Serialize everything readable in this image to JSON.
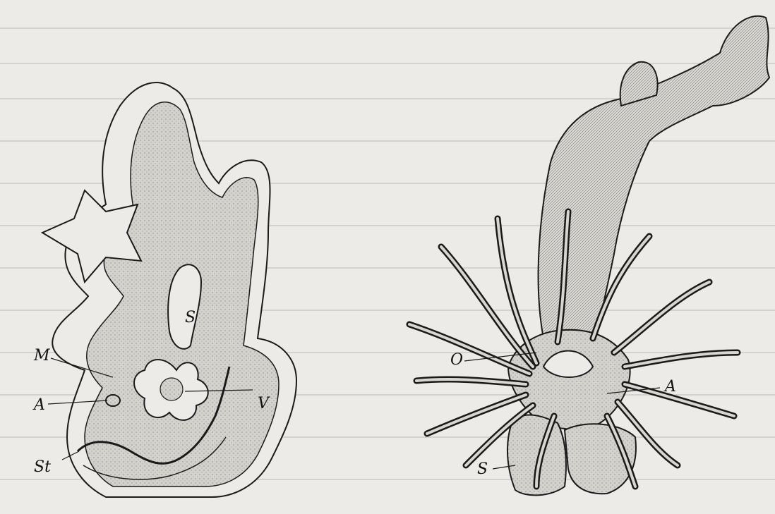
{
  "image": {
    "description_kind": "scientific-illustration",
    "colors": {
      "paper": "#ecebe8",
      "ink": "#1a1a1a",
      "stipple": "#b9b7b1"
    }
  },
  "left_figure": {
    "labels": {
      "S": "S",
      "M": "M",
      "A": "A",
      "V": "V",
      "St": "St"
    }
  },
  "right_figure": {
    "labels": {
      "O": "O",
      "A": "A",
      "S": "S"
    }
  }
}
